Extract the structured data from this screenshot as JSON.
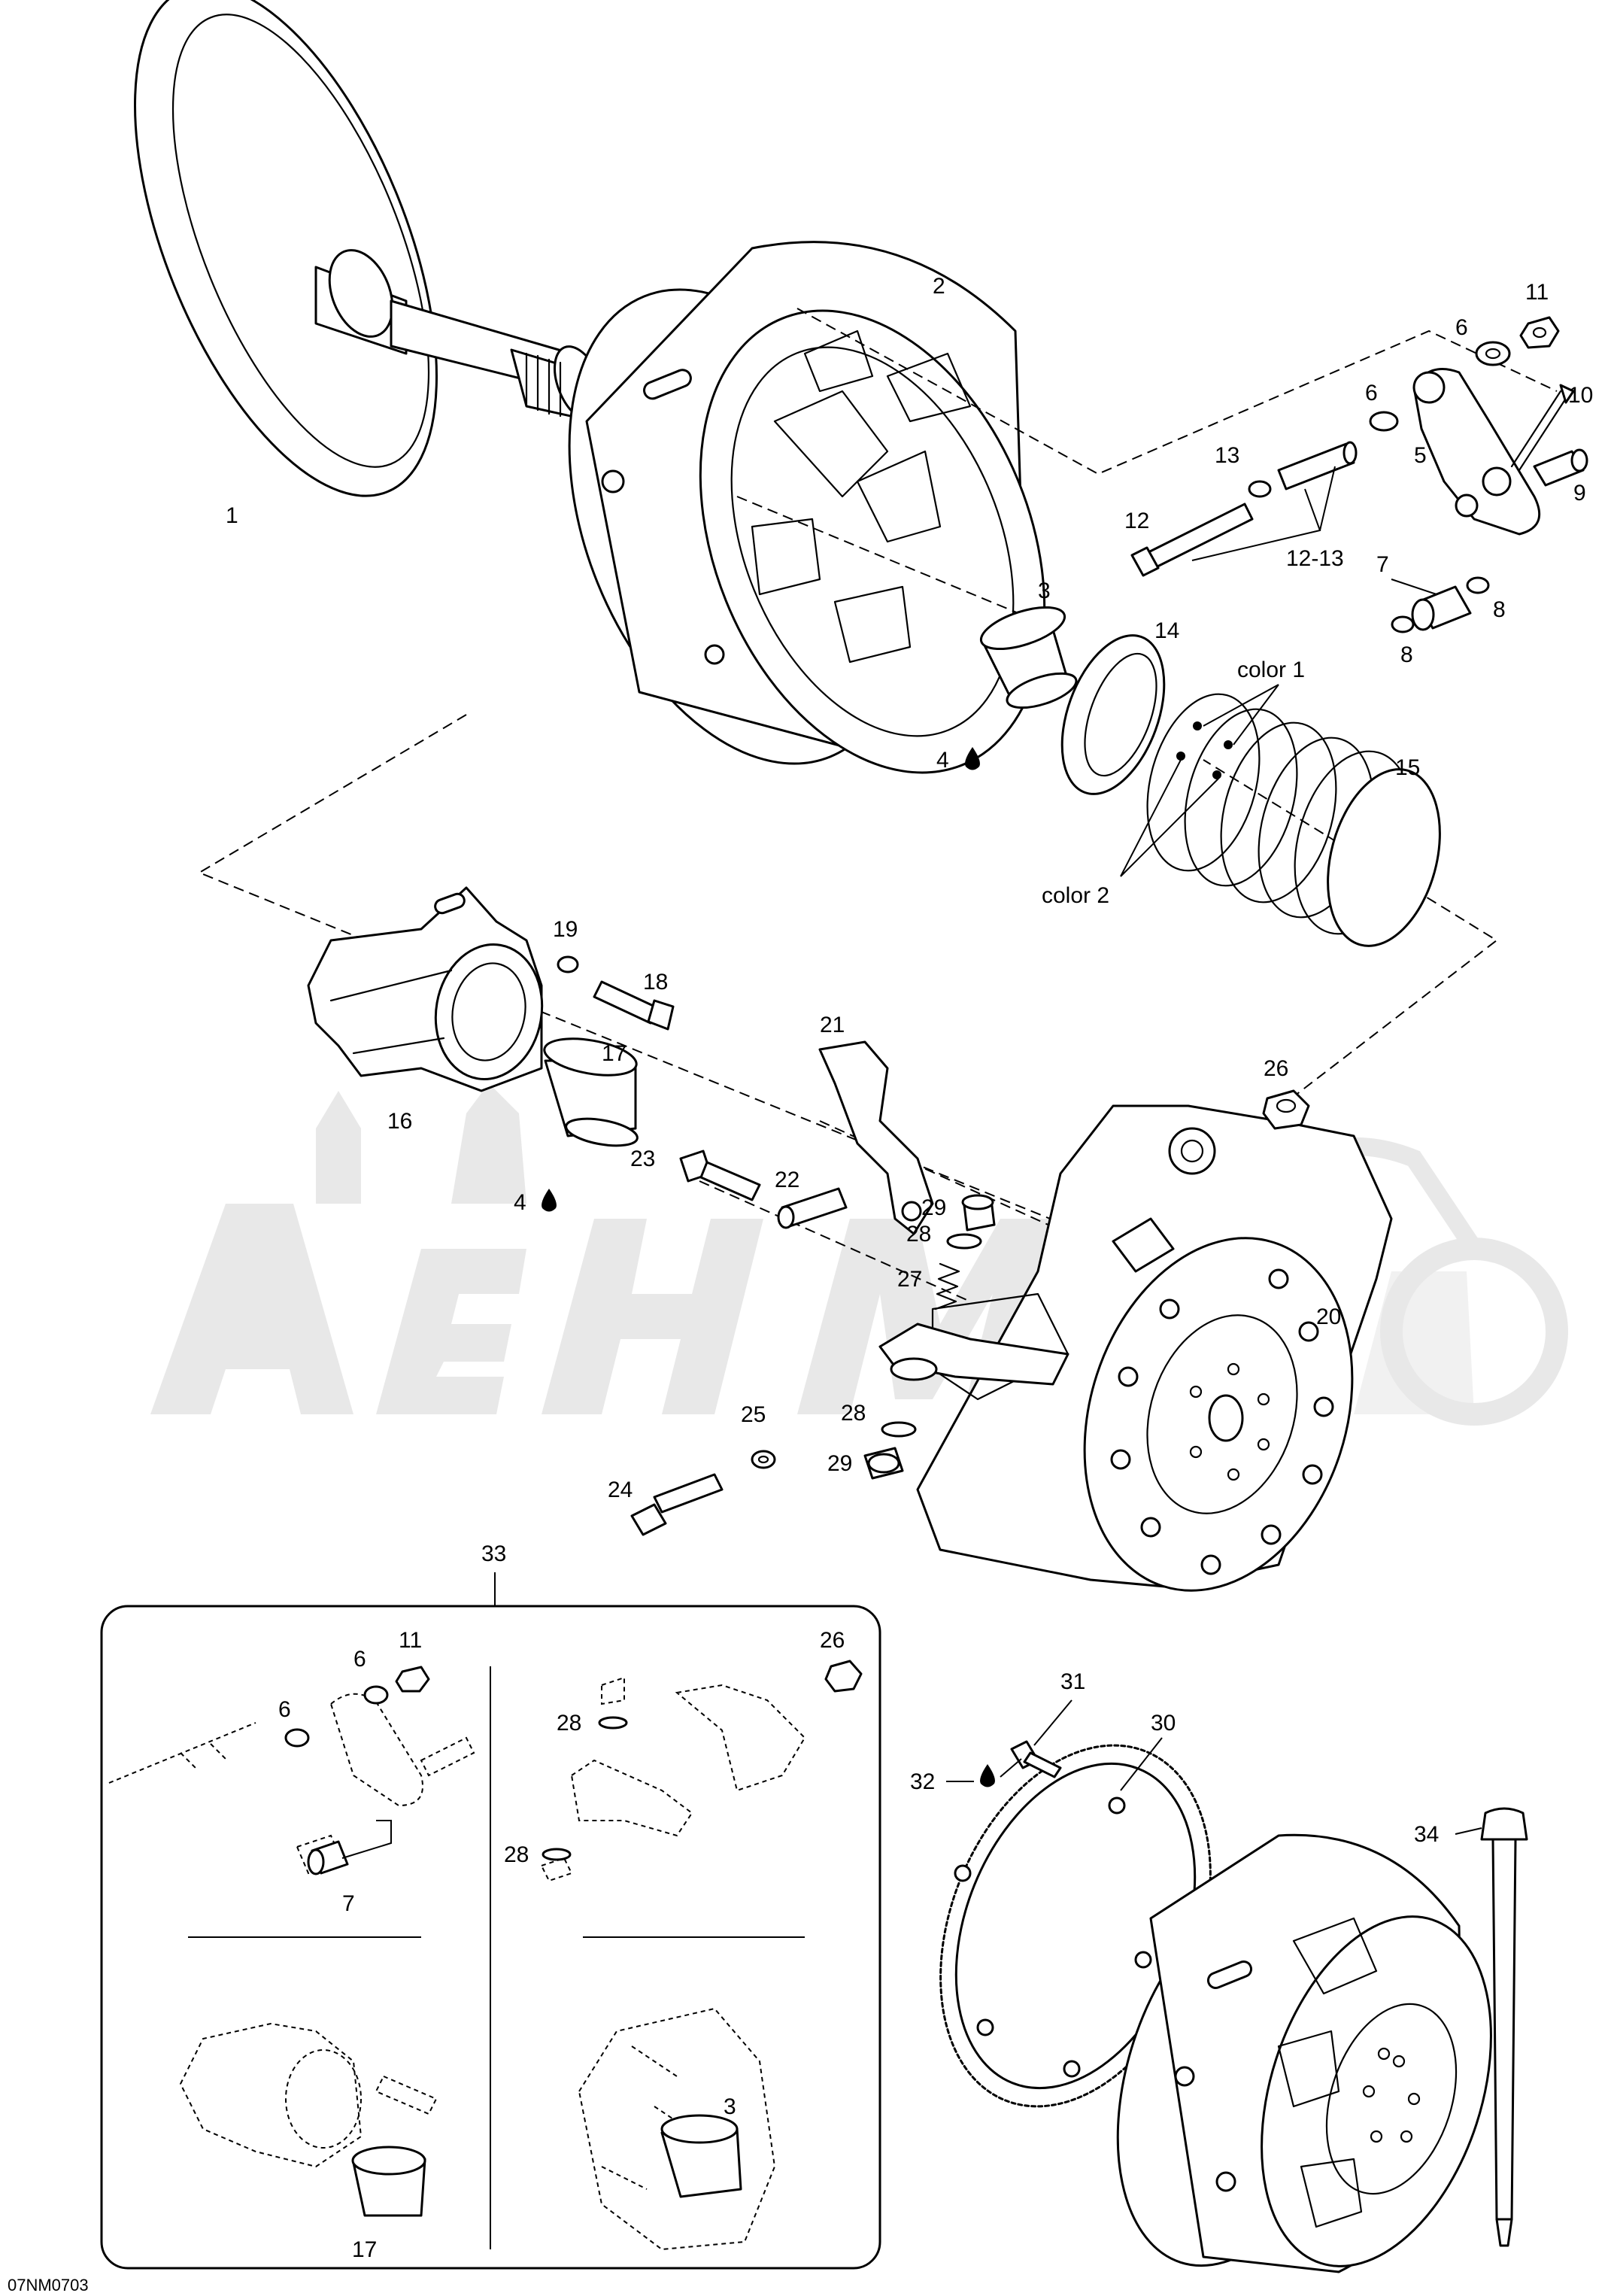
{
  "drawing_code": "07NM0703",
  "callouts": {
    "c1": "1",
    "c2": "2",
    "c3": "3",
    "c3b": "3",
    "c4a": "4",
    "c4b": "4",
    "c5": "5",
    "c6a": "6",
    "c6b": "6",
    "c6c": "6",
    "c6d": "6",
    "c7a": "7",
    "c7b": "7",
    "c8a": "8",
    "c8b": "8",
    "c9": "9",
    "c10": "10",
    "c11a": "11",
    "c11b": "11",
    "c12": "12",
    "c13": "13",
    "c12_13": "12-13",
    "c14": "14",
    "c15": "15",
    "c16": "16",
    "c17a": "17",
    "c17b": "17",
    "c18": "18",
    "c19": "19",
    "c20": "20",
    "c21": "21",
    "c22": "22",
    "c23": "23",
    "c24": "24",
    "c25": "25",
    "c26a": "26",
    "c26b": "26",
    "c27": "27",
    "c28a": "28",
    "c28b": "28",
    "c28c": "28",
    "c28d": "28",
    "c29a": "29",
    "c29b": "29",
    "c30": "30",
    "c31": "31",
    "c32": "32",
    "c33": "33",
    "c34": "34",
    "color1": "color 1",
    "color2": "color 2"
  },
  "icons": {
    "lubricant": "oil-drop-icon",
    "watermark": "motorcycle-watermark-logo"
  }
}
